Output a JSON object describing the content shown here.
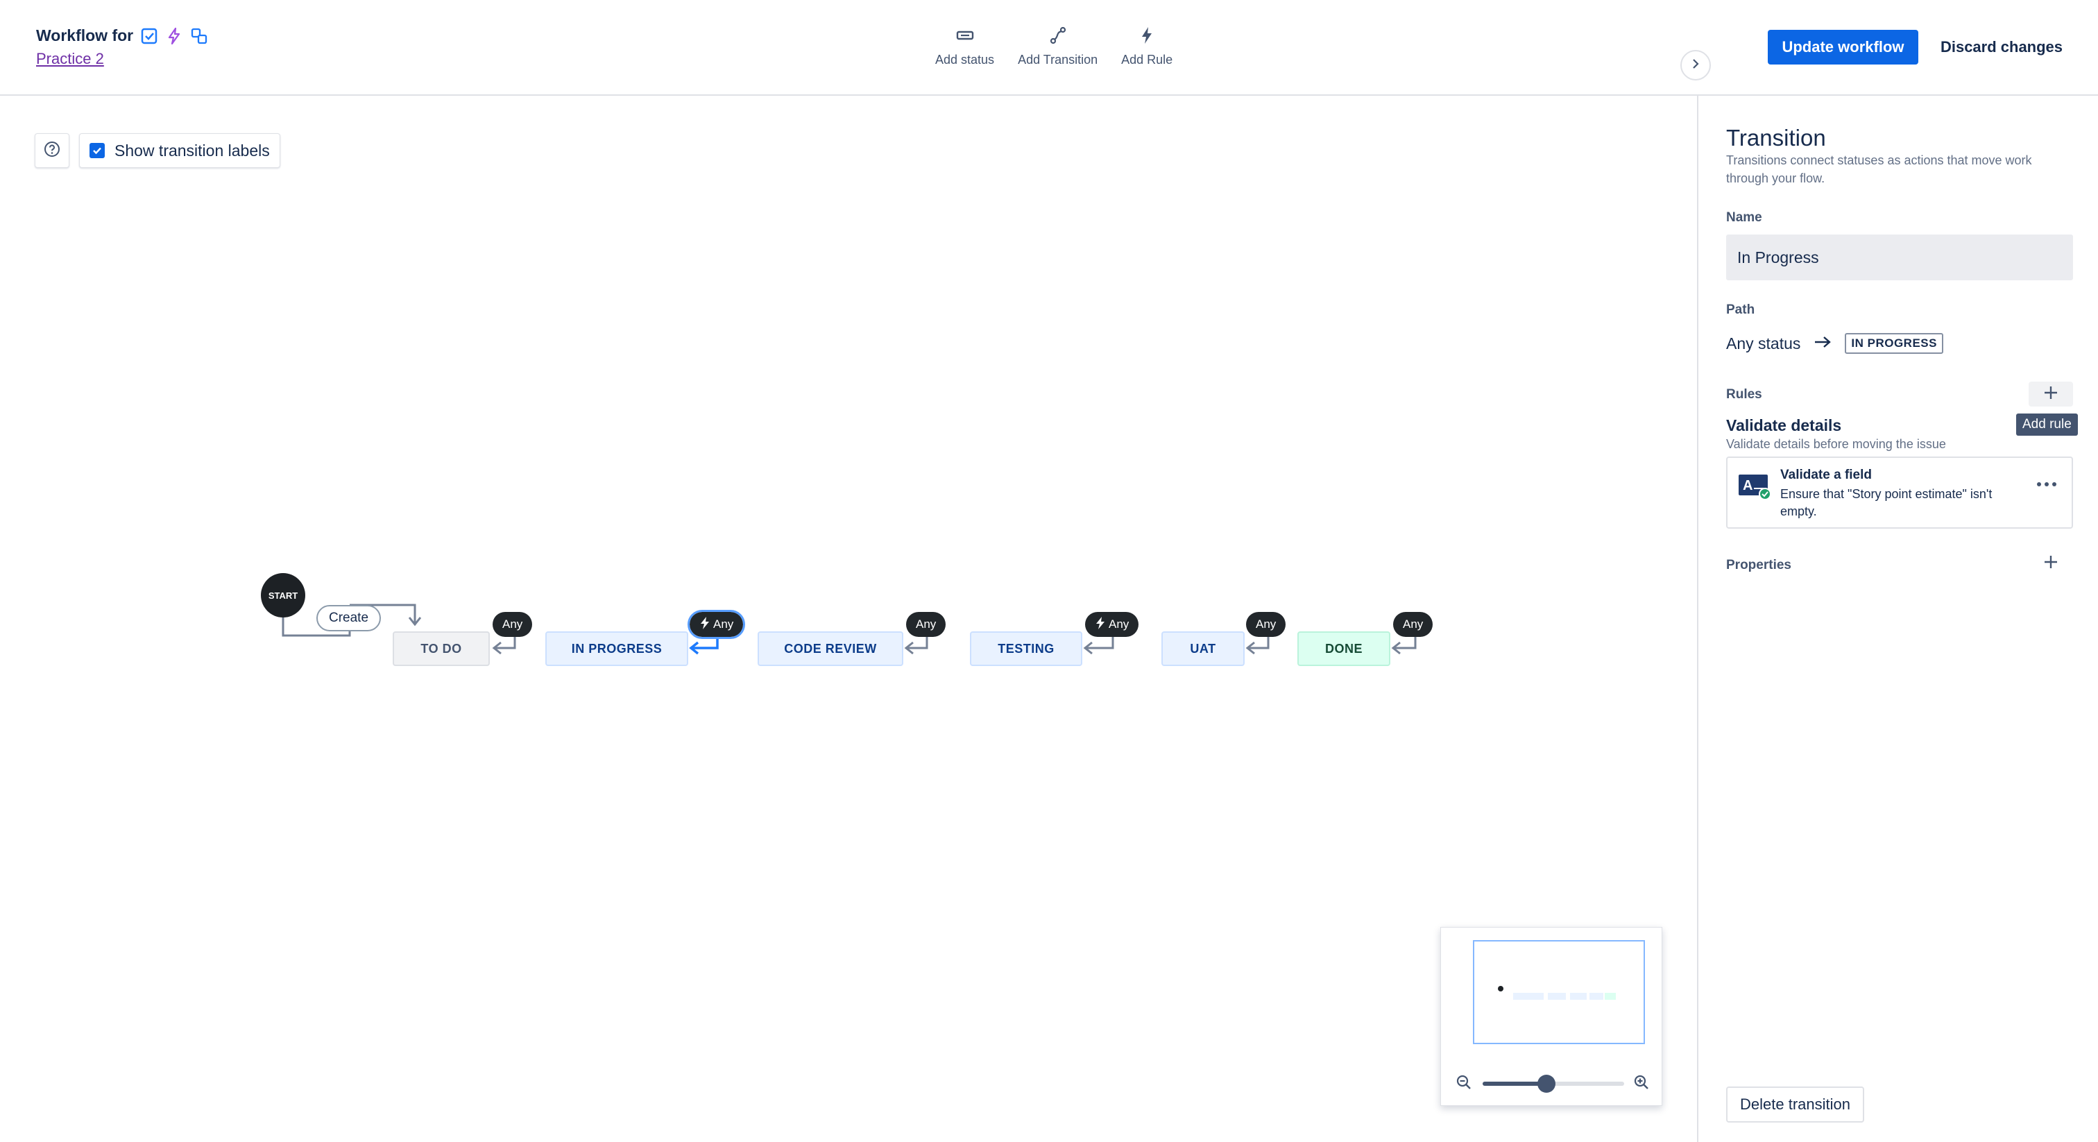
{
  "header": {
    "title": "Workflow for",
    "project_link": "Practice 2",
    "toolbar": {
      "add_status": "Add status",
      "add_transition": "Add Transition",
      "add_rule": "Add Rule"
    },
    "update_button": "Update workflow",
    "discard_button": "Discard changes"
  },
  "canvas": {
    "show_labels": "Show transition labels",
    "show_labels_checked": true,
    "start_label": "START",
    "create_label": "Create",
    "statuses": [
      {
        "label": "TO DO",
        "category": "todo",
        "any": "Any",
        "any_has_rule": false,
        "selected": false
      },
      {
        "label": "IN PROGRESS",
        "category": "inprogress",
        "any": "Any",
        "any_has_rule": true,
        "selected": true
      },
      {
        "label": "CODE REVIEW",
        "category": "inprogress",
        "any": "Any",
        "any_has_rule": false,
        "selected": false
      },
      {
        "label": "TESTING",
        "category": "inprogress",
        "any": "Any",
        "any_has_rule": true,
        "selected": false
      },
      {
        "label": "UAT",
        "category": "inprogress",
        "any": "Any",
        "any_has_rule": false,
        "selected": false
      },
      {
        "label": "DONE",
        "category": "done",
        "any": "Any",
        "any_has_rule": false,
        "selected": false
      }
    ],
    "minimap": {
      "zoom_level": 0.45
    }
  },
  "panel": {
    "title": "Transition",
    "description": "Transitions connect statuses as actions that move work through your flow.",
    "name_label": "Name",
    "name_value": "In Progress",
    "path_label": "Path",
    "path_from": "Any status",
    "path_to": "IN PROGRESS",
    "rules_label": "Rules",
    "add_rule_tooltip": "Add rule",
    "rule_group_title": "Validate details",
    "rule_group_desc": "Validate details before moving the issue",
    "rule": {
      "title": "Validate a field",
      "text": "Ensure that \"Story point estimate\" isn't empty."
    },
    "properties_label": "Properties",
    "delete_button": "Delete transition"
  },
  "colors": {
    "primary": "#0c66e4",
    "selected_outline": "#579dff",
    "dark_pill": "#22272b",
    "status_blue_bg": "#e9f2ff",
    "status_green_bg": "#dcfff1",
    "status_gray_bg": "#f1f2f4"
  },
  "icons": {
    "issue_types": [
      "checkbox-icon",
      "lightning-icon",
      "subtask-icon"
    ],
    "help": "question-circle-icon",
    "collapse": "chevron-right-icon",
    "rule": "validate-field-icon",
    "more": "more-horizontal-icon"
  }
}
